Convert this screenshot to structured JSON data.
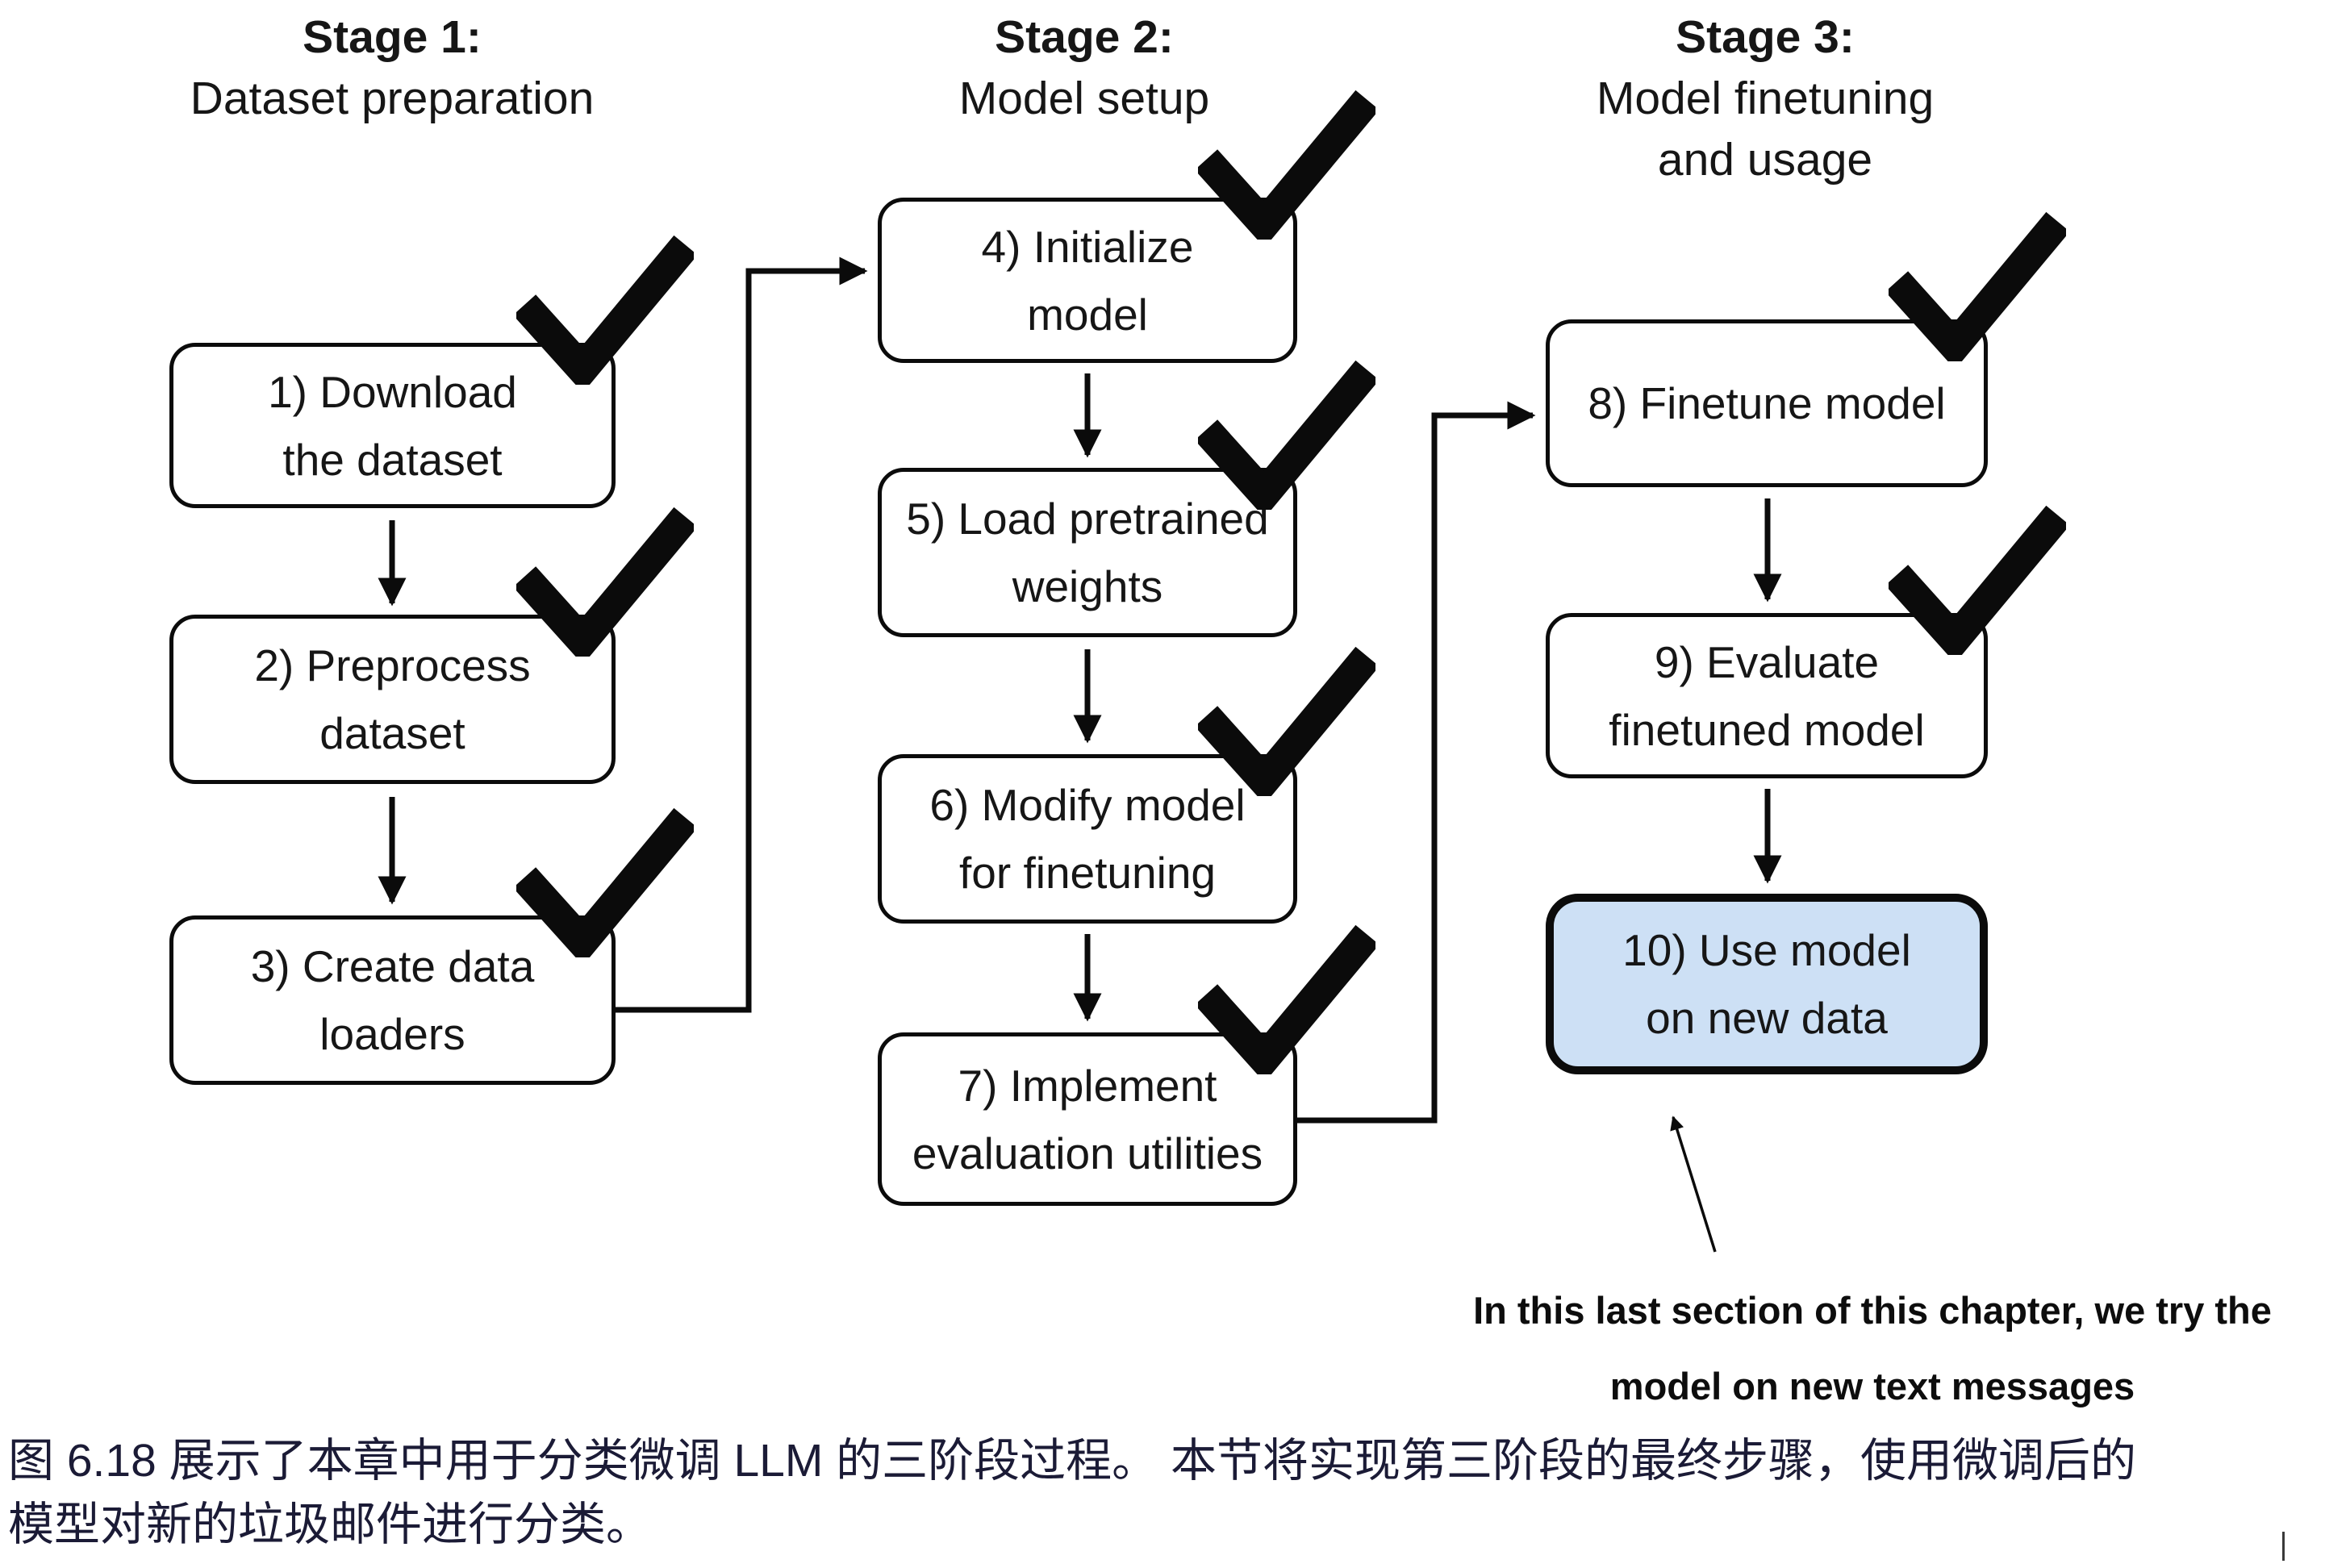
{
  "figure": {
    "stages": [
      {
        "title": "Stage 1:",
        "subtitle1": "Dataset preparation"
      },
      {
        "title": "Stage 2:",
        "subtitle1": "Model setup"
      },
      {
        "title": "Stage 3:",
        "subtitle1": "Model finetuning",
        "subtitle2": "and usage"
      }
    ],
    "steps": [
      {
        "lines": [
          "1) Download",
          "the dataset"
        ],
        "done": true
      },
      {
        "lines": [
          "2) Preprocess",
          "dataset"
        ],
        "done": true
      },
      {
        "lines": [
          "3) Create data",
          "loaders"
        ],
        "done": true
      },
      {
        "lines": [
          "4) Initialize",
          "model"
        ],
        "done": true
      },
      {
        "lines": [
          "5) Load pretrained",
          "weights"
        ],
        "done": true
      },
      {
        "lines": [
          "6) Modify model",
          "for finetuning"
        ],
        "done": true
      },
      {
        "lines": [
          "7) Implement",
          "evaluation utilities"
        ],
        "done": true
      },
      {
        "lines": [
          "8) Finetune model"
        ],
        "done": true
      },
      {
        "lines": [
          "9) Evaluate",
          "finetuned model"
        ],
        "done": true
      },
      {
        "lines": [
          "10) Use model",
          "on new data"
        ],
        "done": false,
        "highlighted": true
      }
    ],
    "annotation": {
      "line1": "In this last section of this chapter, we try the",
      "line2": "model on new text messages"
    }
  },
  "caption": {
    "line1": "图 6.18 展示了本章中用于分类微调 LLM 的三阶段过程。 本节将实现第三阶段的最终步骤，使用微调后的",
    "line2": "模型对新的垃圾邮件进行分类。"
  },
  "colors": {
    "box_fill": "#ffffff",
    "highlight_fill": "#cde0f5",
    "line": "#0b0b0b",
    "caption_text": "#1b1b36"
  }
}
